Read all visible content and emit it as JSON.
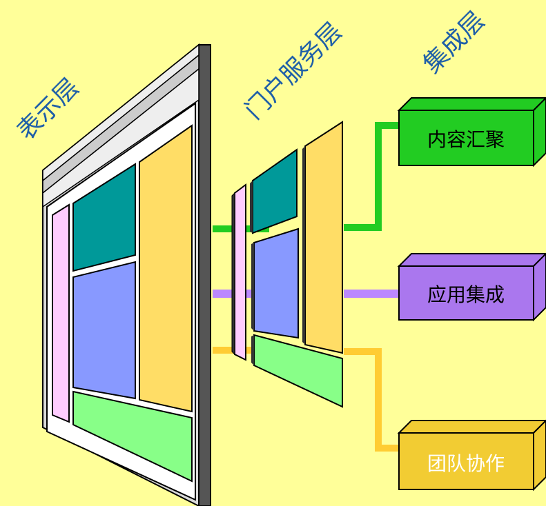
{
  "layers": {
    "presentation": "表示层",
    "portal_service": "门户服务层",
    "integration": "集成层"
  },
  "boxes": [
    {
      "label": "内容汇聚",
      "color": "#22cc22",
      "text_color": "#000000"
    },
    {
      "label": "应用集成",
      "color": "#aa77ee",
      "text_color": "#000000"
    },
    {
      "label": "团队协作",
      "color": "#f2cc33",
      "text_color": "#ffffff"
    }
  ],
  "colors": {
    "background": "#ffff99",
    "panel_teal": "#009999",
    "panel_blue": "#8899ff",
    "panel_green": "#88ff88",
    "panel_pink": "#ffccff",
    "panel_yellow": "#ffdd66",
    "frame_gray": "#c8c8c8",
    "connector_green": "#22cc22",
    "connector_purple": "#bb88ff",
    "connector_yellow": "#ffcc33"
  }
}
